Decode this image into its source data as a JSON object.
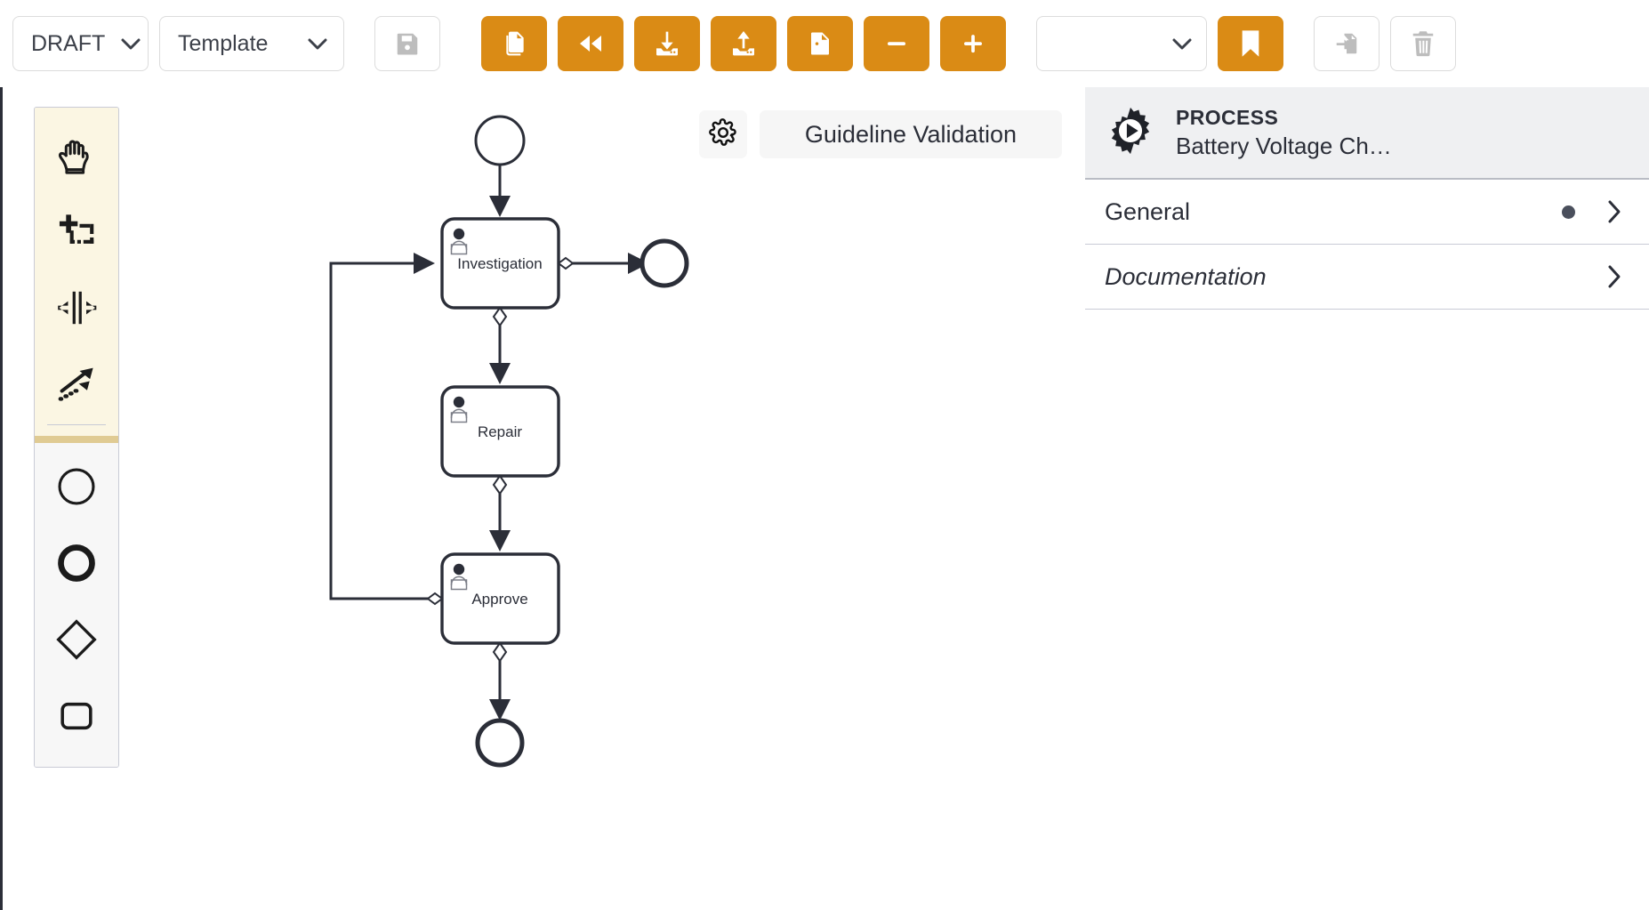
{
  "toolbar": {
    "status_select": {
      "value": "DRAFT",
      "icon": "chevron-down-icon"
    },
    "type_select": {
      "value": "Template",
      "icon": "chevron-down-icon"
    },
    "blank_select": {
      "value": "",
      "icon": "chevron-down-icon"
    },
    "buttons": [
      {
        "name": "save-button",
        "icon": "floppy-disk-icon",
        "style": "ghost",
        "enabled": false
      },
      {
        "name": "duplicate-button",
        "icon": "copy-icon",
        "style": "orange",
        "enabled": true
      },
      {
        "name": "rewind-button",
        "icon": "rewind-icon",
        "style": "orange",
        "enabled": true
      },
      {
        "name": "download-button",
        "icon": "download-icon",
        "style": "orange",
        "enabled": true
      },
      {
        "name": "upload-button",
        "icon": "upload-icon",
        "style": "orange",
        "enabled": true
      },
      {
        "name": "export-image-button",
        "icon": "image-file-icon",
        "style": "orange",
        "enabled": true
      },
      {
        "name": "zoom-out-button",
        "icon": "minus-icon",
        "style": "orange",
        "enabled": true
      },
      {
        "name": "zoom-in-button",
        "icon": "plus-icon",
        "style": "orange",
        "enabled": true
      },
      {
        "name": "bookmark-button",
        "icon": "bookmark-icon",
        "style": "orange",
        "enabled": true
      },
      {
        "name": "import-file-button",
        "icon": "file-import-icon",
        "style": "ghost",
        "enabled": false
      },
      {
        "name": "delete-button",
        "icon": "trash-icon",
        "style": "ghost",
        "enabled": false
      }
    ],
    "accent_color": "#da8b15",
    "disabled_icon_color": "#bdbdbd"
  },
  "palette": {
    "tools": [
      {
        "name": "hand-tool",
        "icon": "hand-icon",
        "label": "Activate hand tool"
      },
      {
        "name": "lasso-tool",
        "icon": "lasso-select-icon",
        "label": "Activate lasso tool"
      },
      {
        "name": "space-tool",
        "icon": "space-tool-icon",
        "label": "Activate create/remove space tool"
      },
      {
        "name": "global-connect-tool",
        "icon": "connect-arrows-icon",
        "label": "Activate global connect tool"
      }
    ],
    "shapes": [
      {
        "name": "create-start-event",
        "icon": "start-event-circle-icon",
        "label": "Create StartEvent"
      },
      {
        "name": "create-end-event",
        "icon": "end-event-circle-icon",
        "label": "Create EndEvent"
      },
      {
        "name": "create-gateway",
        "icon": "gateway-diamond-icon",
        "label": "Create Gateway"
      },
      {
        "name": "create-task",
        "icon": "task-rounded-rect-icon",
        "label": "Create Task"
      }
    ],
    "group_a_bg": "#fbf6e3",
    "group_b_bg": "#f7f7f7"
  },
  "canvas": {
    "gear_button": {
      "name": "diagram-settings-button",
      "icon": "gear-icon"
    },
    "process_name_field": {
      "value": "Guideline Validation",
      "placeholder": "Guideline Validation"
    }
  },
  "diagram": {
    "type": "bpmn",
    "nodes": [
      {
        "id": "start",
        "kind": "start-event",
        "label": ""
      },
      {
        "id": "investigation",
        "kind": "user-task",
        "label": "Investigation"
      },
      {
        "id": "end-right",
        "kind": "end-event",
        "label": ""
      },
      {
        "id": "repair",
        "kind": "user-task",
        "label": "Repair"
      },
      {
        "id": "approve",
        "kind": "user-task",
        "label": "Approve"
      },
      {
        "id": "end-bottom",
        "kind": "end-event",
        "label": ""
      }
    ],
    "flows": [
      {
        "from": "start",
        "to": "investigation",
        "conditional": false
      },
      {
        "from": "investigation",
        "to": "end-right",
        "conditional": true
      },
      {
        "from": "investigation",
        "to": "repair",
        "conditional": true
      },
      {
        "from": "repair",
        "to": "approve",
        "conditional": true
      },
      {
        "from": "approve",
        "to": "end-bottom",
        "conditional": true
      },
      {
        "from": "approve",
        "to": "investigation",
        "conditional": true
      }
    ],
    "stroke_color": "#2b2e38"
  },
  "properties_panel": {
    "header": {
      "icon": "process-gear-play-icon",
      "kind": "PROCESS",
      "title": "Battery Voltage Ch…"
    },
    "rows": [
      {
        "name": "properties-row-general",
        "label": "General",
        "has_dot": true,
        "italic": false,
        "icon": "chevron-right-icon"
      },
      {
        "name": "properties-row-documentation",
        "label": "Documentation",
        "has_dot": false,
        "italic": true,
        "icon": "chevron-right-icon"
      }
    ],
    "header_bg": "#eff0f2"
  }
}
